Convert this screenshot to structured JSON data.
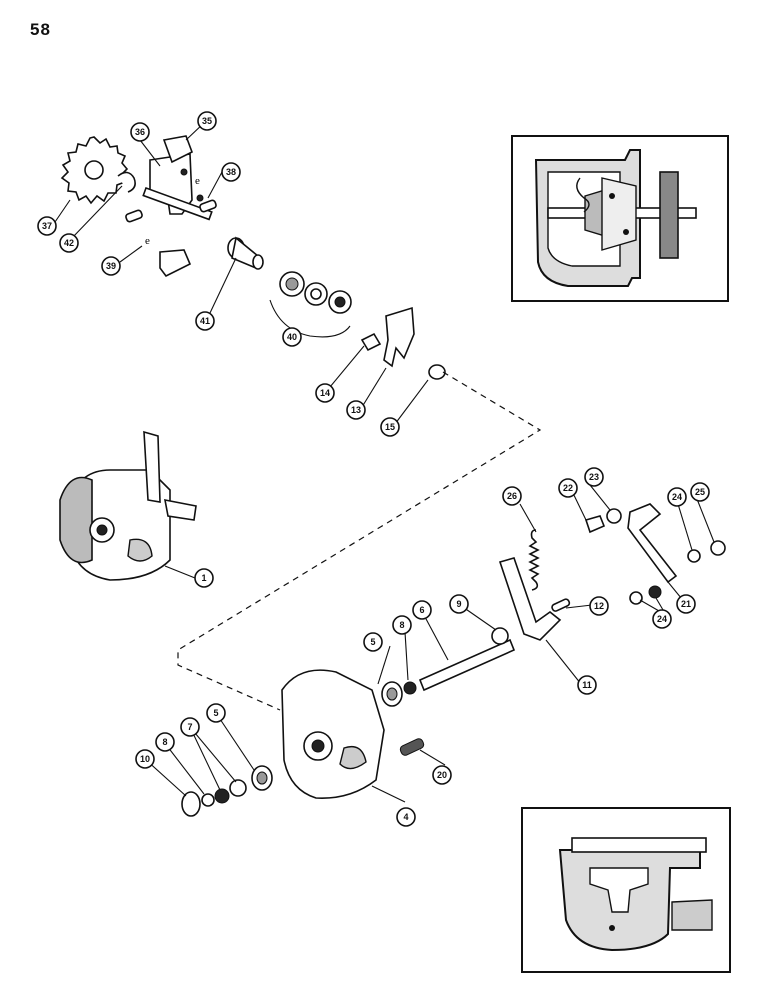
{
  "page": {
    "number": "58"
  },
  "callouts": [
    "1",
    "4",
    "5",
    "5",
    "6",
    "7",
    "8",
    "8",
    "9",
    "10",
    "11",
    "12",
    "13",
    "14",
    "15",
    "20",
    "21",
    "22",
    "23",
    "24",
    "24",
    "25",
    "26",
    "35",
    "36",
    "37",
    "38",
    "39",
    "40",
    "41",
    "42"
  ],
  "insets": [
    {
      "name": "inset-top-cutaway"
    },
    {
      "name": "inset-bottom-cutaway"
    }
  ]
}
